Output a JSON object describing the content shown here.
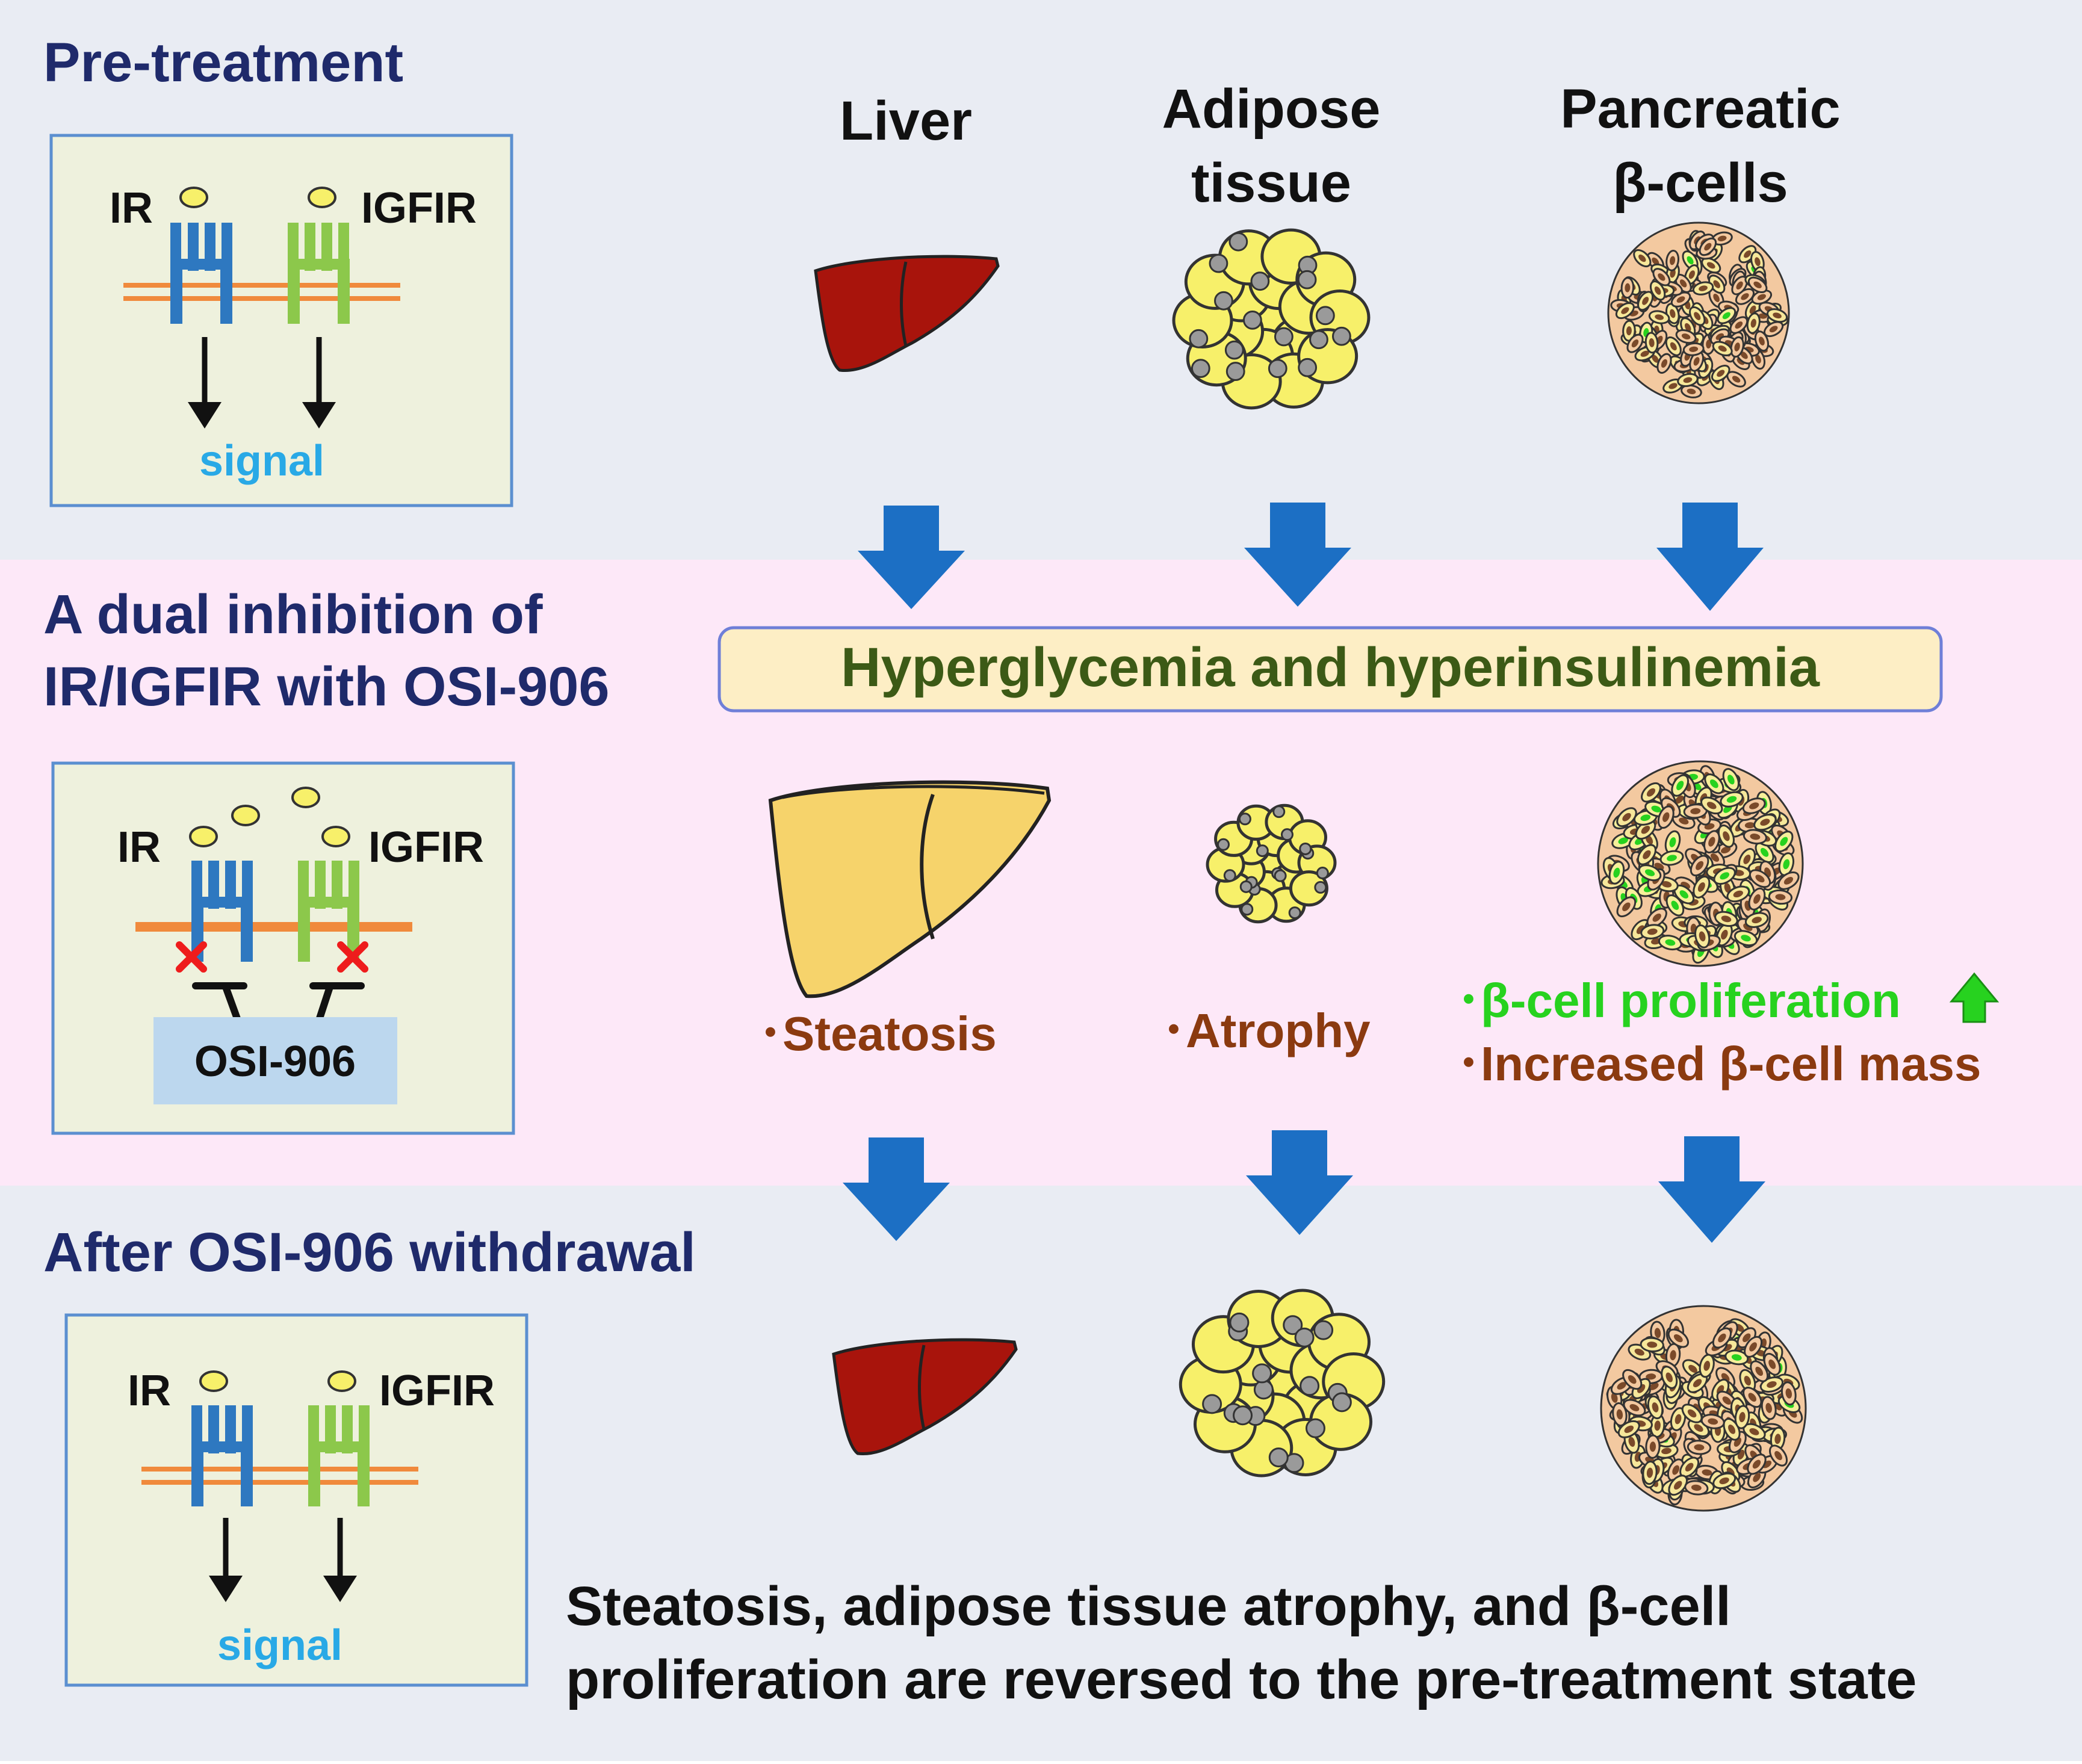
{
  "sections": {
    "pre": {
      "title": "Pre-treatment"
    },
    "inhibition": {
      "title_line1": "A dual inhibition of",
      "title_line2": "IR/IGFIR with OSI-906"
    },
    "after": {
      "title": "After OSI-906 withdrawal"
    }
  },
  "columns": {
    "liver": "Liver",
    "adipose_line1": "Adipose",
    "adipose_line2": "tissue",
    "beta_line1": "Pancreatic",
    "beta_line2": "β-cells"
  },
  "receptor": {
    "ir_label": "IR",
    "igfir_label": "IGFIR",
    "signal_label": "signal",
    "inhibitor_label": "OSI-906"
  },
  "condition_banner": "Hyperglycemia and hyperinsulinemia",
  "effects": {
    "liver": "･Steatosis",
    "adipose": "･Atrophy",
    "beta_line1": "･β-cell proliferation",
    "beta_line2": "･Increased β-cell mass"
  },
  "conclusion": {
    "line1": "Steatosis, adipose tissue atrophy, and β-cell",
    "line2": "proliferation are reversed to the pre-treatment state"
  },
  "colors": {
    "navy_title": "#1f2a6b",
    "blue_arrow": "#1c6fc4",
    "ir_blue": "#2e78c0",
    "igfir_green": "#8cc84b",
    "membrane": "#f08a3c",
    "liver_red": "#a8140c",
    "steatosis_yellow": "#f6d36b",
    "adipocyte_yellow": "#f7f06a",
    "beta_tan": "#f3c9a0",
    "proliferating_green": "#27d21f",
    "signal_cyan": "#29a9e6",
    "effect_brown": "#8b3a10",
    "banner_text": "#3c5a16",
    "pink_band": "#fde8f8",
    "gray_band": "#e9ecf3"
  }
}
